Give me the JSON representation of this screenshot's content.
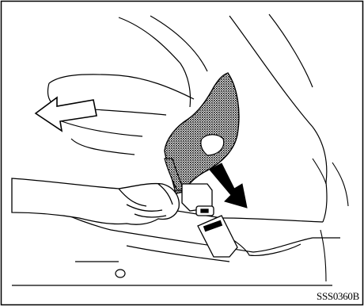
{
  "figure": {
    "code": "SSS0360B"
  },
  "colors": {
    "ink": "#000000",
    "paper": "#ffffff",
    "webbing": "#9a9a9a"
  },
  "icons": {
    "left_arrow": "hollow-left-arrow",
    "down_right_arrow": "solid-down-right-arrow"
  }
}
